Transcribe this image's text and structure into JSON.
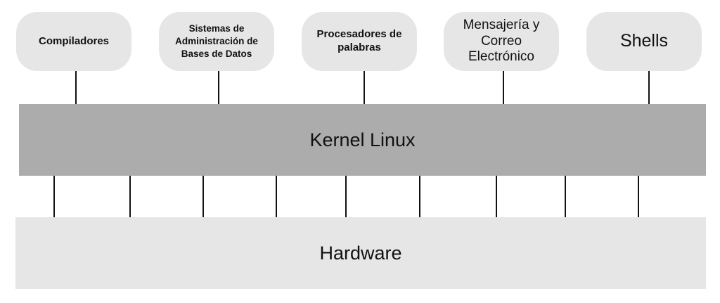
{
  "applications": [
    {
      "label": "Compiladores"
    },
    {
      "label": "Sistemas de Administración de Bases de Datos"
    },
    {
      "label": "Procesadores de palabras"
    },
    {
      "label": "Mensajería y Correo Electrónico"
    },
    {
      "label": "Shells"
    }
  ],
  "kernel": {
    "label": "Kernel Linux"
  },
  "hardware": {
    "label": "Hardware"
  },
  "colors": {
    "kernel_fill": "#acacac",
    "box_fill": "#e6e6e6",
    "line": "#111111"
  }
}
